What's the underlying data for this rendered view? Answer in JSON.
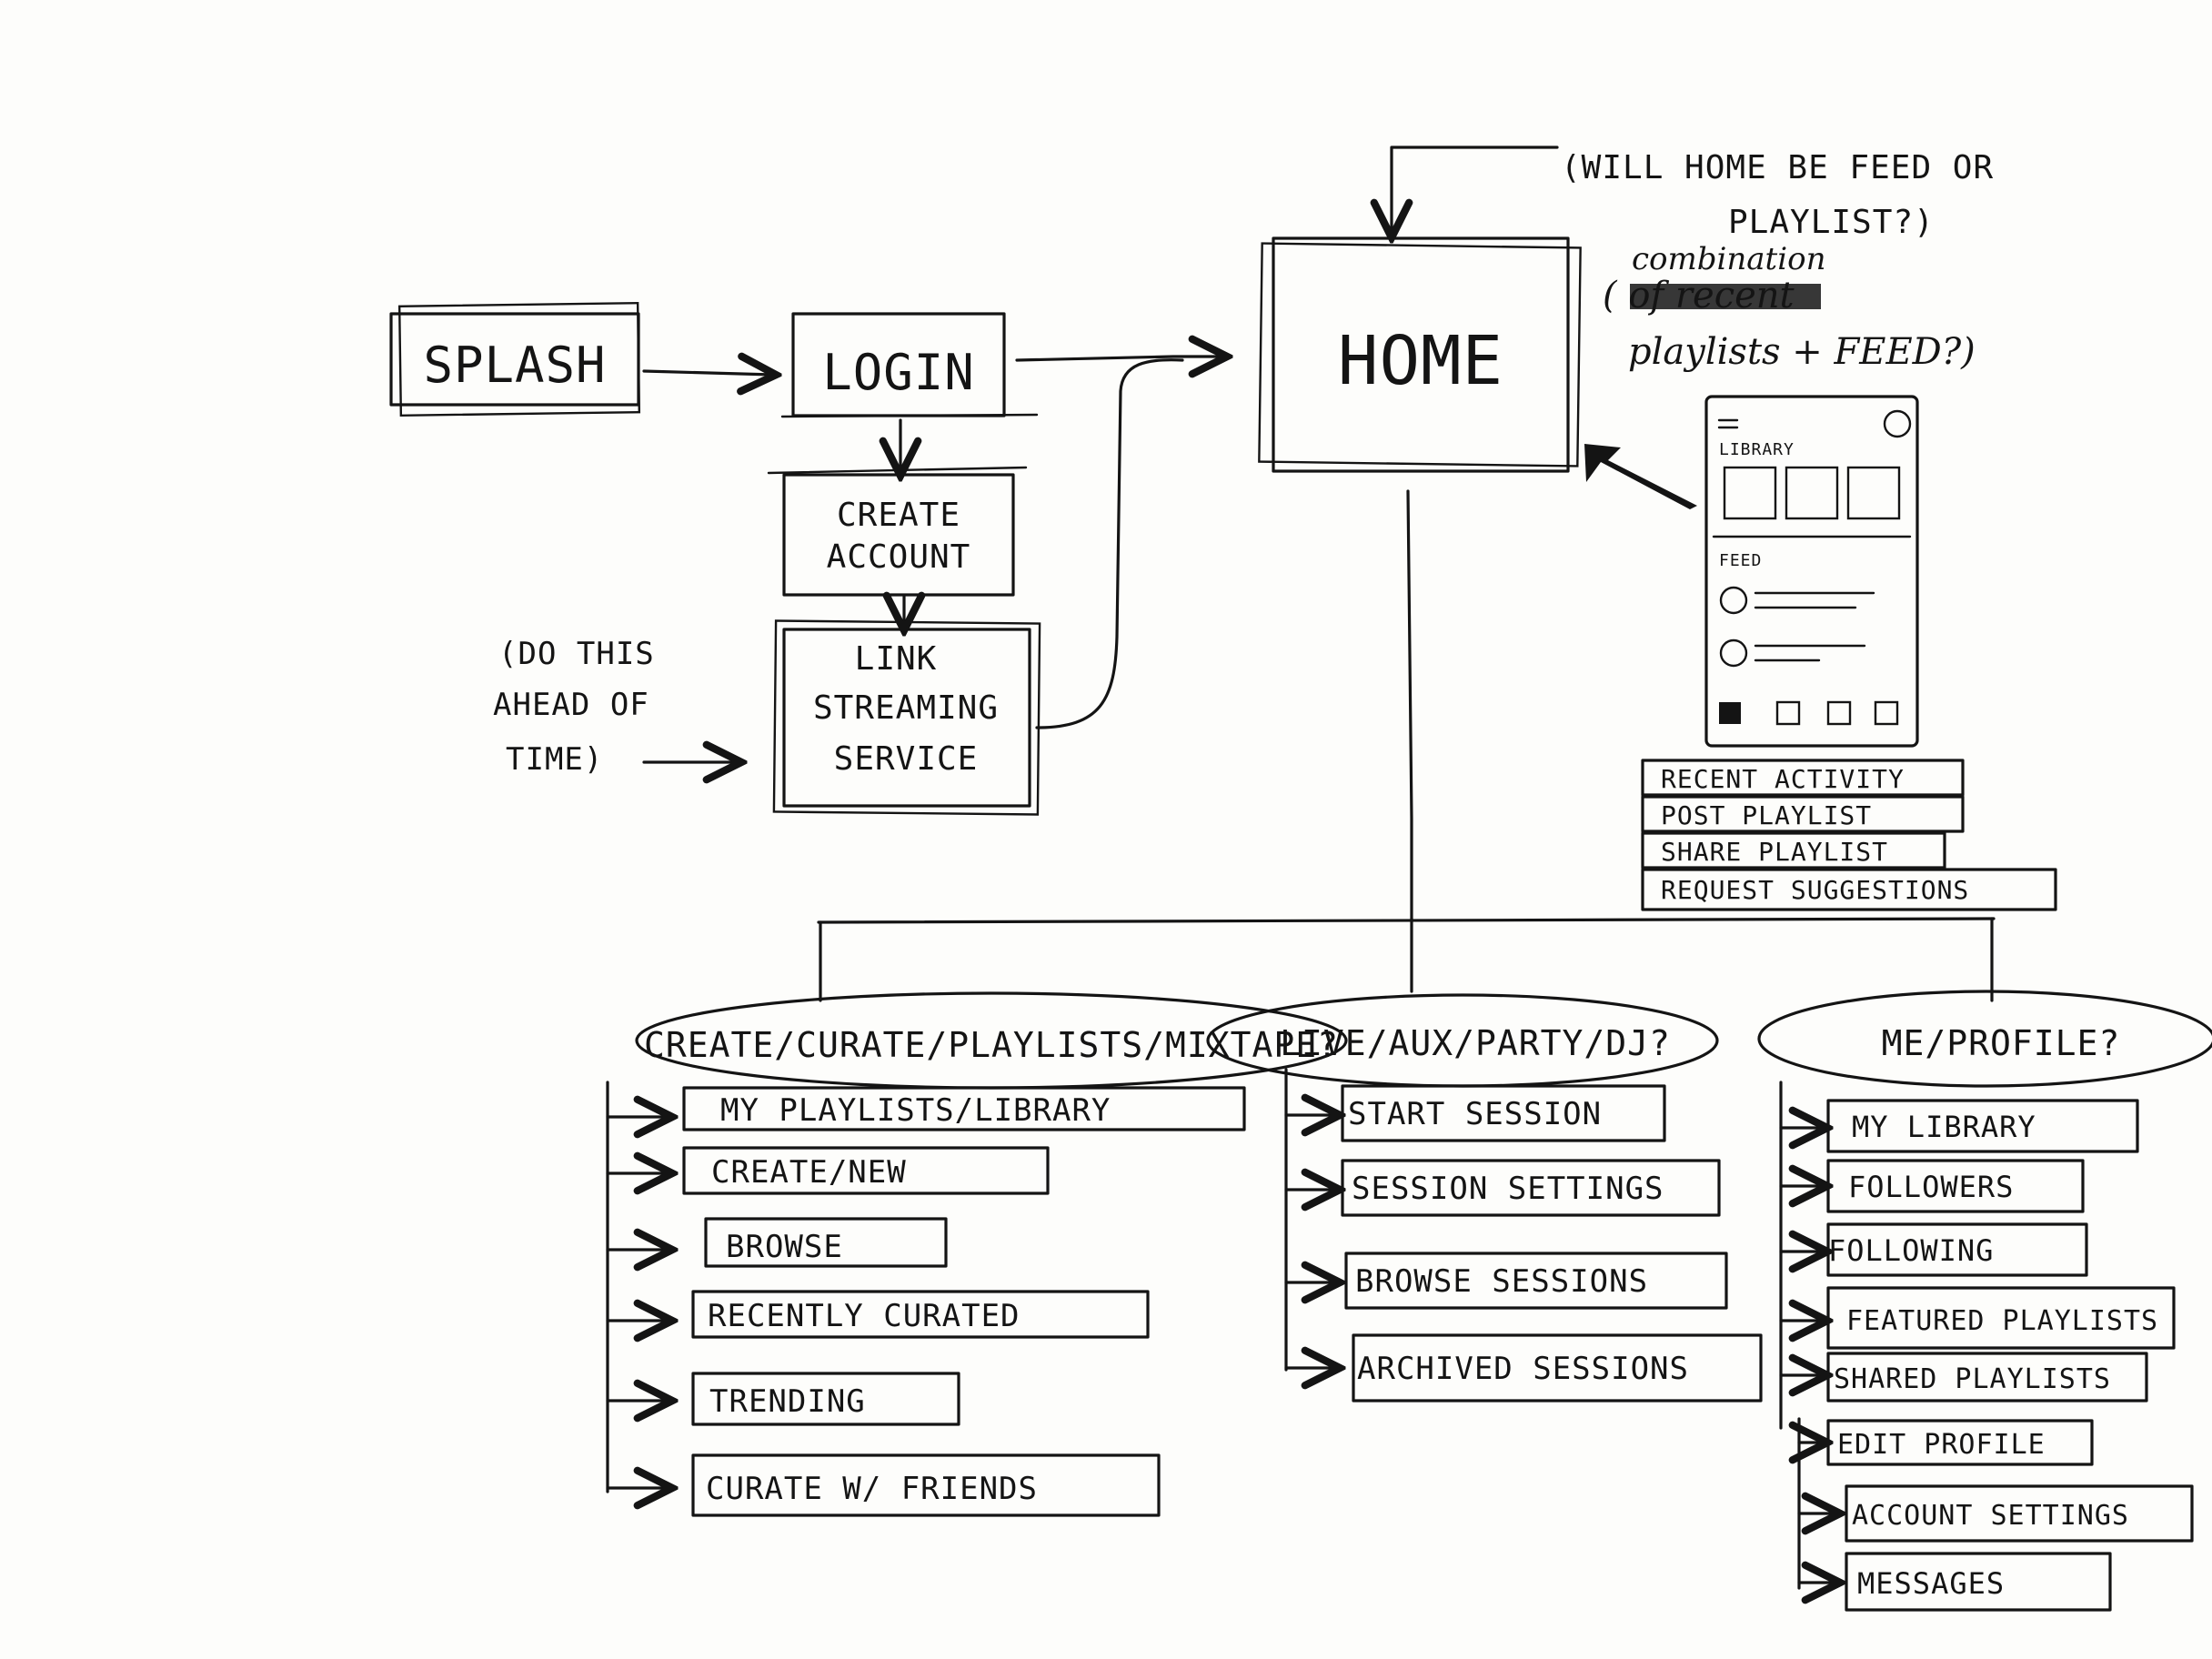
{
  "nodes": {
    "splash": "SPLASH",
    "login": "LOGIN",
    "create_account": [
      "CREATE",
      "ACCOUNT"
    ],
    "link_streaming": [
      "LINK",
      "STREAMING",
      "SERVICE"
    ],
    "home": "HOME"
  },
  "notes": {
    "ahead_of_time": [
      "(DO THIS",
      "AHEAD OF",
      "TIME)"
    ],
    "home_question": [
      "(WILL HOME BE FEED OR",
      "PLAYLIST?)"
    ],
    "combination": [
      "combination",
      "( of recent",
      "playlists + FEED?)"
    ]
  },
  "phone": {
    "library_label": "LIBRARY",
    "feed_label": "FEED"
  },
  "home_actions": [
    "RECENT ACTIVITY",
    "POST PLAYLIST",
    "SHARE PLAYLIST",
    "REQUEST SUGGESTIONS"
  ],
  "sections": [
    {
      "title": "CREATE/CURATE/PLAYLISTS/MIXTAPE?",
      "items": [
        "MY PLAYLISTS/LIBRARY",
        "CREATE/NEW",
        "BROWSE",
        "RECENTLY CURATED",
        "TRENDING",
        "CURATE W/ FRIENDS"
      ]
    },
    {
      "title": "LIVE/AUX/PARTY/DJ?",
      "items": [
        "START SESSION",
        "SESSION SETTINGS",
        "BROWSE SESSIONS",
        "ARCHIVED SESSIONS"
      ]
    },
    {
      "title": "ME/PROFILE?",
      "items": [
        "MY LIBRARY",
        "FOLLOWERS",
        "FOLLOWING",
        "FEATURED PLAYLISTS",
        "SHARED PLAYLISTS",
        "EDIT PROFILE",
        "ACCOUNT SETTINGS",
        "MESSAGES"
      ]
    }
  ]
}
